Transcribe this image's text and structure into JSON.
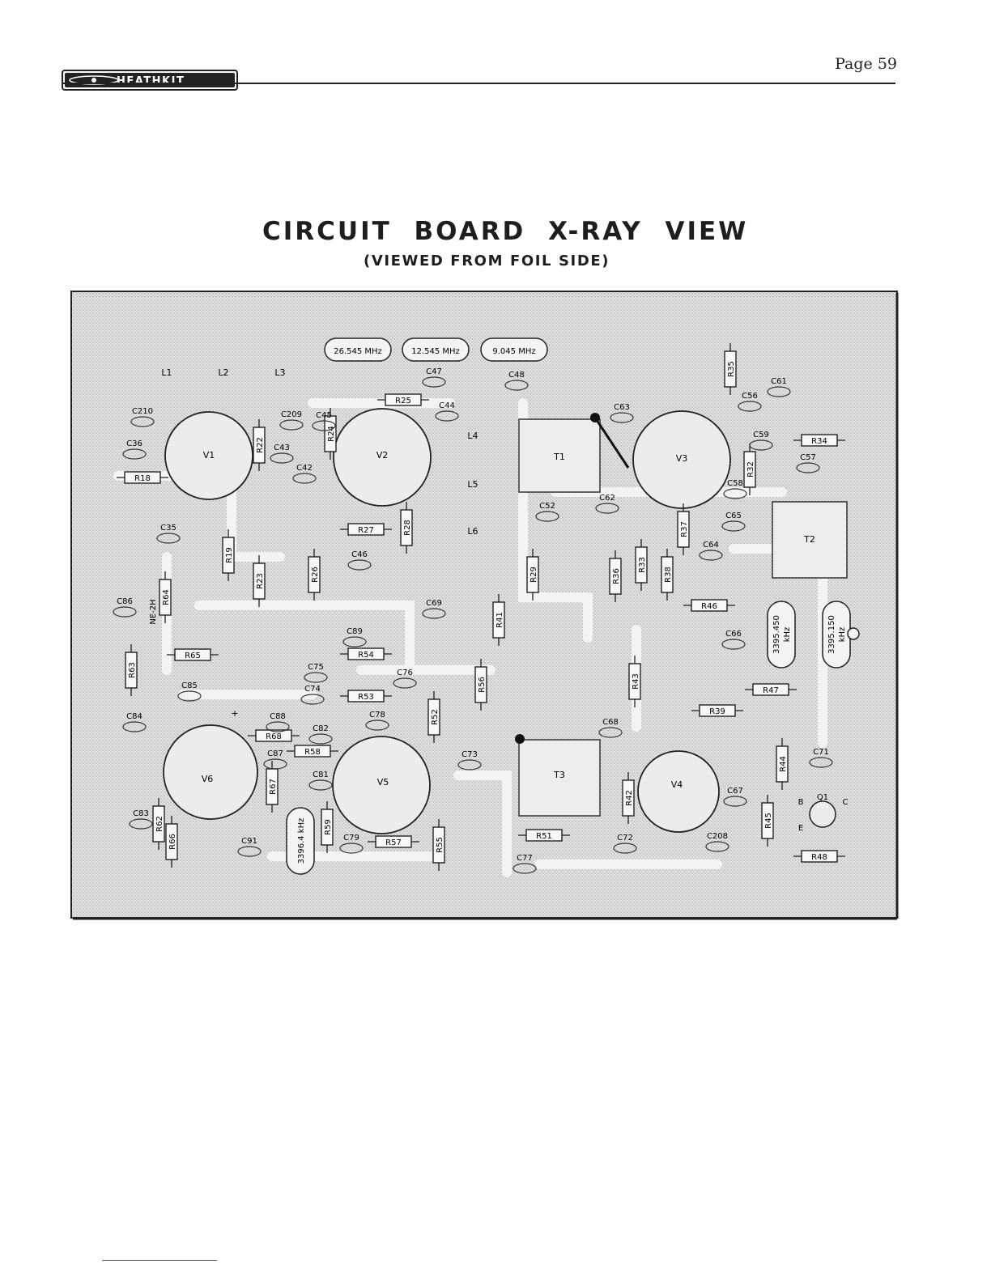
{
  "header": {
    "brand": "HEATHKIT",
    "page_label": "Page 59"
  },
  "title": {
    "main": "CIRCUIT BOARD X-RAY VIEW",
    "sub": "(VIEWED FROM FOIL SIDE)"
  },
  "crystals_top": [
    "26.545 MHz",
    "12.545 MHz",
    "9.045 MHz"
  ],
  "crystals_right": [
    [
      "3395.450",
      "kHz"
    ],
    [
      "3395.150",
      "kHz"
    ]
  ],
  "crystal_bottom": "3396.4 kHz",
  "tubes": [
    "V1",
    "V2",
    "V3",
    "V4",
    "V5",
    "V6"
  ],
  "transformers": [
    "T1",
    "T2",
    "T3"
  ],
  "coils": [
    "L1",
    "L2",
    "L3",
    "L4",
    "L5",
    "L6"
  ],
  "transistor": {
    "label": "Q1",
    "pins": [
      "B",
      "C",
      "E"
    ]
  },
  "misc": {
    "neon": "NE-2H",
    "plus": "+"
  },
  "resistors": [
    "R18",
    "R19",
    "R22",
    "R23",
    "R24",
    "R25",
    "R26",
    "R27",
    "R28",
    "R29",
    "R32",
    "R33",
    "R34",
    "R35",
    "R36",
    "R37",
    "R38",
    "R39",
    "R41",
    "R42",
    "R43",
    "R44",
    "R45",
    "R46",
    "R47",
    "R48",
    "R51",
    "R52",
    "R53",
    "R54",
    "R55",
    "R56",
    "R57",
    "R58",
    "R59",
    "R62",
    "R63",
    "R64",
    "R65",
    "R66",
    "R67",
    "R68"
  ],
  "capacitors": [
    "C35",
    "C36",
    "C42",
    "C43",
    "C44",
    "C45",
    "C46",
    "C47",
    "C48",
    "C52",
    "C56",
    "C57",
    "C58",
    "C59",
    "C61",
    "C62",
    "C63",
    "C64",
    "C65",
    "C66",
    "C67",
    "C68",
    "C69",
    "C71",
    "C72",
    "C73",
    "C74",
    "C75",
    "C76",
    "C77",
    "C78",
    "C79",
    "C81",
    "C82",
    "C83",
    "C84",
    "C85",
    "C86",
    "C87",
    "C88",
    "C89",
    "C91",
    "C208",
    "C209",
    "C210"
  ]
}
